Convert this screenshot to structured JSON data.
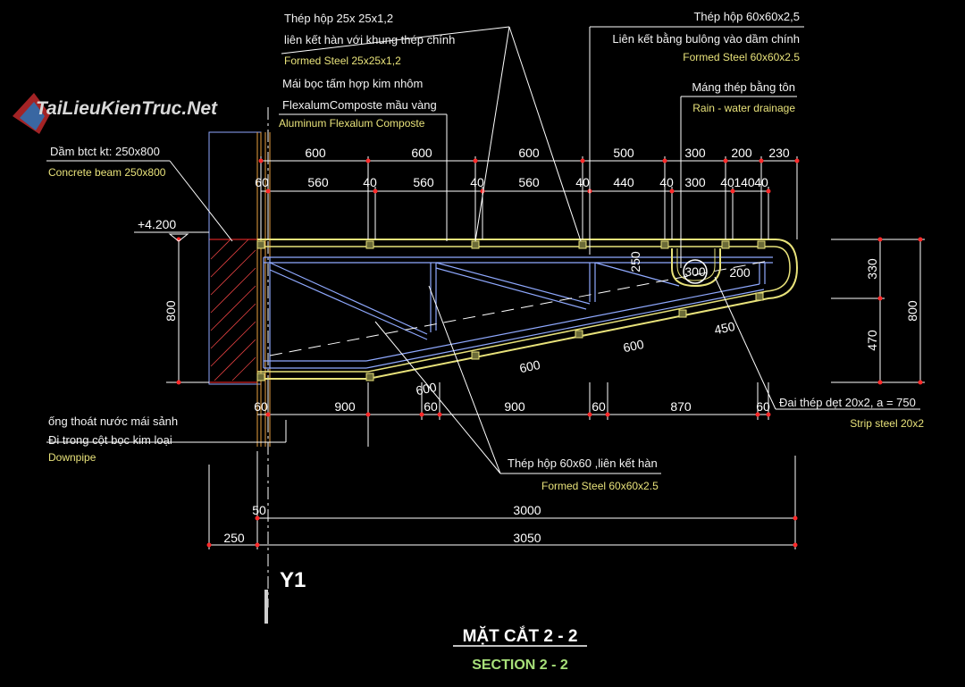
{
  "watermark": "TaiLieuKienTruc.Net",
  "grid_label": "Y1",
  "title_vi": "MẶT CẮT 2 - 2",
  "title_en": "SECTION 2 - 2",
  "level_mark": "+4.200",
  "callouts": {
    "steel_25": {
      "vi1": "Thép hộp 25x 25x1,2",
      "vi2": "liên kết hàn với khung thép chính",
      "en": "Formed Steel 25x25x1,2"
    },
    "steel_60_top": {
      "vi1": "Thép hộp 60x60x2,5",
      "vi2": "Liên kết bằng bulông vào dầm chính",
      "en": "Formed Steel 60x60x2.5"
    },
    "alu": {
      "vi1": "Mái bọc tấm hợp kim nhôm",
      "vi2": "FlexalumComposte mầu vàng",
      "en": "Aluminum Flexalum Composte"
    },
    "gutter": {
      "vi": "Máng thép bằng tôn",
      "en": "Rain - water drainage"
    },
    "beam": {
      "vi": "Dầm btct kt: 250x800",
      "en": "Concrete beam 250x800"
    },
    "pipe": {
      "vi1": "ống thoát nước mái sảnh",
      "vi2": "Đi trong cột bọc kim loại",
      "en": "Downpipe"
    },
    "steel_60_weld": {
      "vi": "Thép hộp 60x60 ,liên kết hàn",
      "en": "Formed Steel 60x60x2.5"
    },
    "strip": {
      "vi": "Đai thép dẹt 20x2,  a = 750",
      "en": "Strip steel 20x2"
    }
  },
  "dims": {
    "top1": [
      "600",
      "600",
      "600",
      "500",
      "300",
      "200",
      "230"
    ],
    "top2": [
      "60",
      "560",
      "40",
      "560",
      "40",
      "560",
      "40",
      "440",
      "40",
      "300",
      "40",
      "140",
      "40"
    ],
    "bottom1": [
      "60",
      "900",
      "60",
      "900",
      "60",
      "870",
      "60"
    ],
    "overall": [
      "50",
      "3000",
      "250",
      "3050"
    ],
    "left_height": "800",
    "right": [
      "330",
      "470",
      "800"
    ],
    "inner": [
      "250",
      "200",
      "300"
    ],
    "slope": [
      "600",
      "600",
      "600",
      "450"
    ]
  },
  "colors": {
    "yellow": "#e8e27a",
    "blue": "#8fa9ff",
    "red": "#ff2a2a",
    "hatch": "#e04040"
  }
}
